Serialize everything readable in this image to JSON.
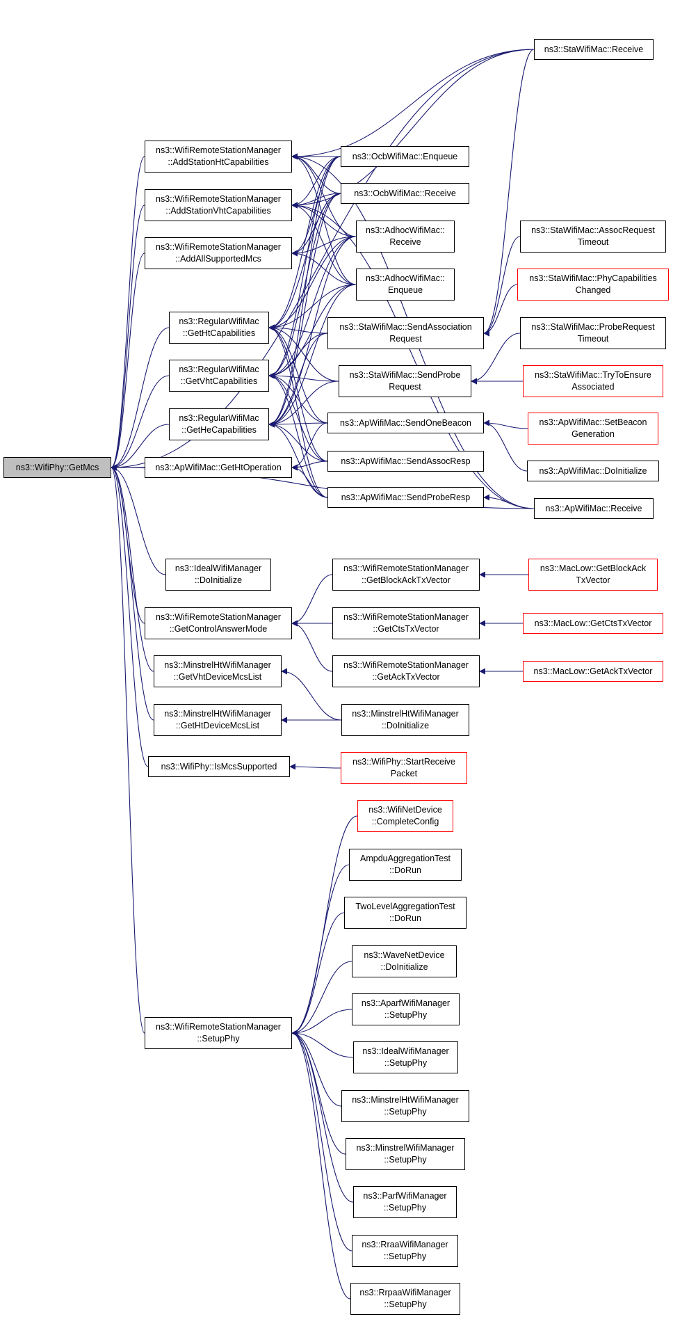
{
  "edge_color": "#191970",
  "root_fill": "#bfbfbf",
  "truncated_border_color": "#ff0000",
  "nodes": {
    "getmcs": {
      "lines": [
        "ns3::WifiPhy::GetMcs"
      ]
    },
    "stareceive": {
      "lines": [
        "ns3::StaWifiMac::Receive"
      ]
    },
    "addht": {
      "lines": [
        "ns3::WifiRemoteStationManager",
        "::AddStationHtCapabilities"
      ]
    },
    "addvht": {
      "lines": [
        "ns3::WifiRemoteStationManager",
        "::AddStationVhtCapabilities"
      ]
    },
    "addall": {
      "lines": [
        "ns3::WifiRemoteStationManager",
        "::AddAllSupportedMcs"
      ]
    },
    "ocbenq": {
      "lines": [
        "ns3::OcbWifiMac::Enqueue"
      ]
    },
    "ocbrecv": {
      "lines": [
        "ns3::OcbWifiMac::Receive"
      ]
    },
    "adhocrecv": {
      "lines": [
        "ns3::AdhocWifiMac::",
        "Receive"
      ]
    },
    "adhocenq": {
      "lines": [
        "ns3::AdhocWifiMac::",
        "Enqueue"
      ]
    },
    "assocto": {
      "lines": [
        "ns3::StaWifiMac::AssocRequest",
        "Timeout"
      ]
    },
    "phycap": {
      "lines": [
        "ns3::StaWifiMac::PhyCapabilities",
        "Changed"
      ]
    },
    "reght": {
      "lines": [
        "ns3::RegularWifiMac",
        "::GetHtCapabilities"
      ]
    },
    "regvht": {
      "lines": [
        "ns3::RegularWifiMac",
        "::GetVhtCapabilities"
      ]
    },
    "reghe": {
      "lines": [
        "ns3::RegularWifiMac",
        "::GetHeCapabilities"
      ]
    },
    "sendassoc": {
      "lines": [
        "ns3::StaWifiMac::SendAssociation",
        "Request"
      ]
    },
    "probeto": {
      "lines": [
        "ns3::StaWifiMac::ProbeRequest",
        "Timeout"
      ]
    },
    "sendprobe": {
      "lines": [
        "ns3::StaWifiMac::SendProbe",
        "Request"
      ]
    },
    "tryensure": {
      "lines": [
        "ns3::StaWifiMac::TryToEnsure",
        "Associated"
      ]
    },
    "sendbeacon": {
      "lines": [
        "ns3::ApWifiMac::SendOneBeacon"
      ]
    },
    "setbeacon": {
      "lines": [
        "ns3::ApWifiMac::SetBeacon",
        "Generation"
      ]
    },
    "apdoinit": {
      "lines": [
        "ns3::ApWifiMac::DoInitialize"
      ]
    },
    "gethtop": {
      "lines": [
        "ns3::ApWifiMac::GetHtOperation"
      ]
    },
    "sendassocresp": {
      "lines": [
        "ns3::ApWifiMac::SendAssocResp"
      ]
    },
    "sendproberesp": {
      "lines": [
        "ns3::ApWifiMac::SendProbeResp"
      ]
    },
    "aprecv": {
      "lines": [
        "ns3::ApWifiMac::Receive"
      ]
    },
    "idealdoinit": {
      "lines": [
        "ns3::IdealWifiManager",
        "::DoInitialize"
      ]
    },
    "getblockack": {
      "lines": [
        "ns3::WifiRemoteStationManager",
        "::GetBlockAckTxVector"
      ]
    },
    "maclowblock": {
      "lines": [
        "ns3::MacLow::GetBlockAck",
        "TxVector"
      ]
    },
    "getctrl": {
      "lines": [
        "ns3::WifiRemoteStationManager",
        "::GetControlAnswerMode"
      ]
    },
    "getcts": {
      "lines": [
        "ns3::WifiRemoteStationManager",
        "::GetCtsTxVector"
      ]
    },
    "maclowcts": {
      "lines": [
        "ns3::MacLow::GetCtsTxVector"
      ]
    },
    "minvht": {
      "lines": [
        "ns3::MinstrelHtWifiManager",
        "::GetVhtDeviceMcsList"
      ]
    },
    "getack": {
      "lines": [
        "ns3::WifiRemoteStationManager",
        "::GetAckTxVector"
      ]
    },
    "maclowack": {
      "lines": [
        "ns3::MacLow::GetAckTxVector"
      ]
    },
    "minht": {
      "lines": [
        "ns3::MinstrelHtWifiManager",
        "::GetHtDeviceMcsList"
      ]
    },
    "mindoinit": {
      "lines": [
        "ns3::MinstrelHtWifiManager",
        "::DoInitialize"
      ]
    },
    "ismcs": {
      "lines": [
        "ns3::WifiPhy::IsMcsSupported"
      ]
    },
    "startrecv": {
      "lines": [
        "ns3::WifiPhy::StartReceive",
        "Packet"
      ]
    },
    "netdev": {
      "lines": [
        "ns3::WifiNetDevice",
        "::CompleteConfig"
      ]
    },
    "ampdu": {
      "lines": [
        "AmpduAggregationTest",
        "::DoRun"
      ]
    },
    "twolevel": {
      "lines": [
        "TwoLevelAggregationTest",
        "::DoRun"
      ]
    },
    "wave": {
      "lines": [
        "ns3::WaveNetDevice",
        "::DoInitialize"
      ]
    },
    "setupphy": {
      "lines": [
        "ns3::WifiRemoteStationManager",
        "::SetupPhy"
      ]
    },
    "aparf": {
      "lines": [
        "ns3::AparfWifiManager",
        "::SetupPhy"
      ]
    },
    "idealsetup": {
      "lines": [
        "ns3::IdealWifiManager",
        "::SetupPhy"
      ]
    },
    "minhtsetup": {
      "lines": [
        "ns3::MinstrelHtWifiManager",
        "::SetupPhy"
      ]
    },
    "minsetup": {
      "lines": [
        "ns3::MinstrelWifiManager",
        "::SetupPhy"
      ]
    },
    "parf": {
      "lines": [
        "ns3::ParfWifiManager",
        "::SetupPhy"
      ]
    },
    "rraa": {
      "lines": [
        "ns3::RraaWifiManager",
        "::SetupPhy"
      ]
    },
    "rrpaa": {
      "lines": [
        "ns3::RrpaaWifiManager",
        "::SetupPhy"
      ]
    }
  },
  "edges": [
    [
      "addht",
      "getmcs"
    ],
    [
      "addvht",
      "getmcs"
    ],
    [
      "addall",
      "getmcs"
    ],
    [
      "reght",
      "getmcs"
    ],
    [
      "regvht",
      "getmcs"
    ],
    [
      "reghe",
      "getmcs"
    ],
    [
      "gethtop",
      "getmcs"
    ],
    [
      "aprecv",
      "getmcs"
    ],
    [
      "stareceive",
      "getmcs"
    ],
    [
      "idealdoinit",
      "getmcs"
    ],
    [
      "getctrl",
      "getmcs"
    ],
    [
      "minvht",
      "getmcs"
    ],
    [
      "minht",
      "getmcs"
    ],
    [
      "ismcs",
      "getmcs"
    ],
    [
      "setupphy",
      "getmcs"
    ],
    [
      "stareceive",
      "addht"
    ],
    [
      "ocbenq",
      "addht"
    ],
    [
      "ocbrecv",
      "addht"
    ],
    [
      "adhocrecv",
      "addht"
    ],
    [
      "adhocenq",
      "addht"
    ],
    [
      "aprecv",
      "addht"
    ],
    [
      "stareceive",
      "addvht"
    ],
    [
      "ocbenq",
      "addvht"
    ],
    [
      "ocbrecv",
      "addvht"
    ],
    [
      "adhocrecv",
      "addvht"
    ],
    [
      "adhocenq",
      "addvht"
    ],
    [
      "aprecv",
      "addvht"
    ],
    [
      "ocbenq",
      "addall"
    ],
    [
      "ocbrecv",
      "addall"
    ],
    [
      "adhocrecv",
      "addall"
    ],
    [
      "adhocenq",
      "addall"
    ],
    [
      "ocbenq",
      "reght"
    ],
    [
      "ocbrecv",
      "reght"
    ],
    [
      "adhocrecv",
      "reght"
    ],
    [
      "adhocenq",
      "reght"
    ],
    [
      "sendassoc",
      "reght"
    ],
    [
      "sendprobe",
      "reght"
    ],
    [
      "sendbeacon",
      "reght"
    ],
    [
      "sendassocresp",
      "reght"
    ],
    [
      "sendproberesp",
      "reght"
    ],
    [
      "ocbenq",
      "regvht"
    ],
    [
      "ocbrecv",
      "regvht"
    ],
    [
      "adhocrecv",
      "regvht"
    ],
    [
      "adhocenq",
      "regvht"
    ],
    [
      "sendassoc",
      "regvht"
    ],
    [
      "sendprobe",
      "regvht"
    ],
    [
      "sendbeacon",
      "regvht"
    ],
    [
      "sendassocresp",
      "regvht"
    ],
    [
      "sendproberesp",
      "regvht"
    ],
    [
      "ocbenq",
      "reghe"
    ],
    [
      "ocbrecv",
      "reghe"
    ],
    [
      "adhocrecv",
      "reghe"
    ],
    [
      "adhocenq",
      "reghe"
    ],
    [
      "sendassoc",
      "reghe"
    ],
    [
      "sendprobe",
      "reghe"
    ],
    [
      "sendbeacon",
      "reghe"
    ],
    [
      "sendassocresp",
      "reghe"
    ],
    [
      "sendproberesp",
      "reghe"
    ],
    [
      "sendbeacon",
      "gethtop"
    ],
    [
      "sendassocresp",
      "gethtop"
    ],
    [
      "sendproberesp",
      "gethtop"
    ],
    [
      "stareceive",
      "sendassoc"
    ],
    [
      "assocto",
      "sendassoc"
    ],
    [
      "phycap",
      "sendassoc"
    ],
    [
      "probeto",
      "sendprobe"
    ],
    [
      "tryensure",
      "sendprobe"
    ],
    [
      "setbeacon",
      "sendbeacon"
    ],
    [
      "apdoinit",
      "sendbeacon"
    ],
    [
      "aprecv",
      "sendproberesp"
    ],
    [
      "getblockack",
      "getctrl"
    ],
    [
      "getcts",
      "getctrl"
    ],
    [
      "getack",
      "getctrl"
    ],
    [
      "maclowblock",
      "getblockack"
    ],
    [
      "maclowcts",
      "getcts"
    ],
    [
      "maclowack",
      "getack"
    ],
    [
      "mindoinit",
      "minvht"
    ],
    [
      "mindoinit",
      "minht"
    ],
    [
      "startrecv",
      "ismcs"
    ],
    [
      "netdev",
      "setupphy"
    ],
    [
      "ampdu",
      "setupphy"
    ],
    [
      "twolevel",
      "setupphy"
    ],
    [
      "wave",
      "setupphy"
    ],
    [
      "aparf",
      "setupphy"
    ],
    [
      "idealsetup",
      "setupphy"
    ],
    [
      "minhtsetup",
      "setupphy"
    ],
    [
      "minsetup",
      "setupphy"
    ],
    [
      "parf",
      "setupphy"
    ],
    [
      "rraa",
      "setupphy"
    ],
    [
      "rrpaa",
      "setupphy"
    ]
  ]
}
